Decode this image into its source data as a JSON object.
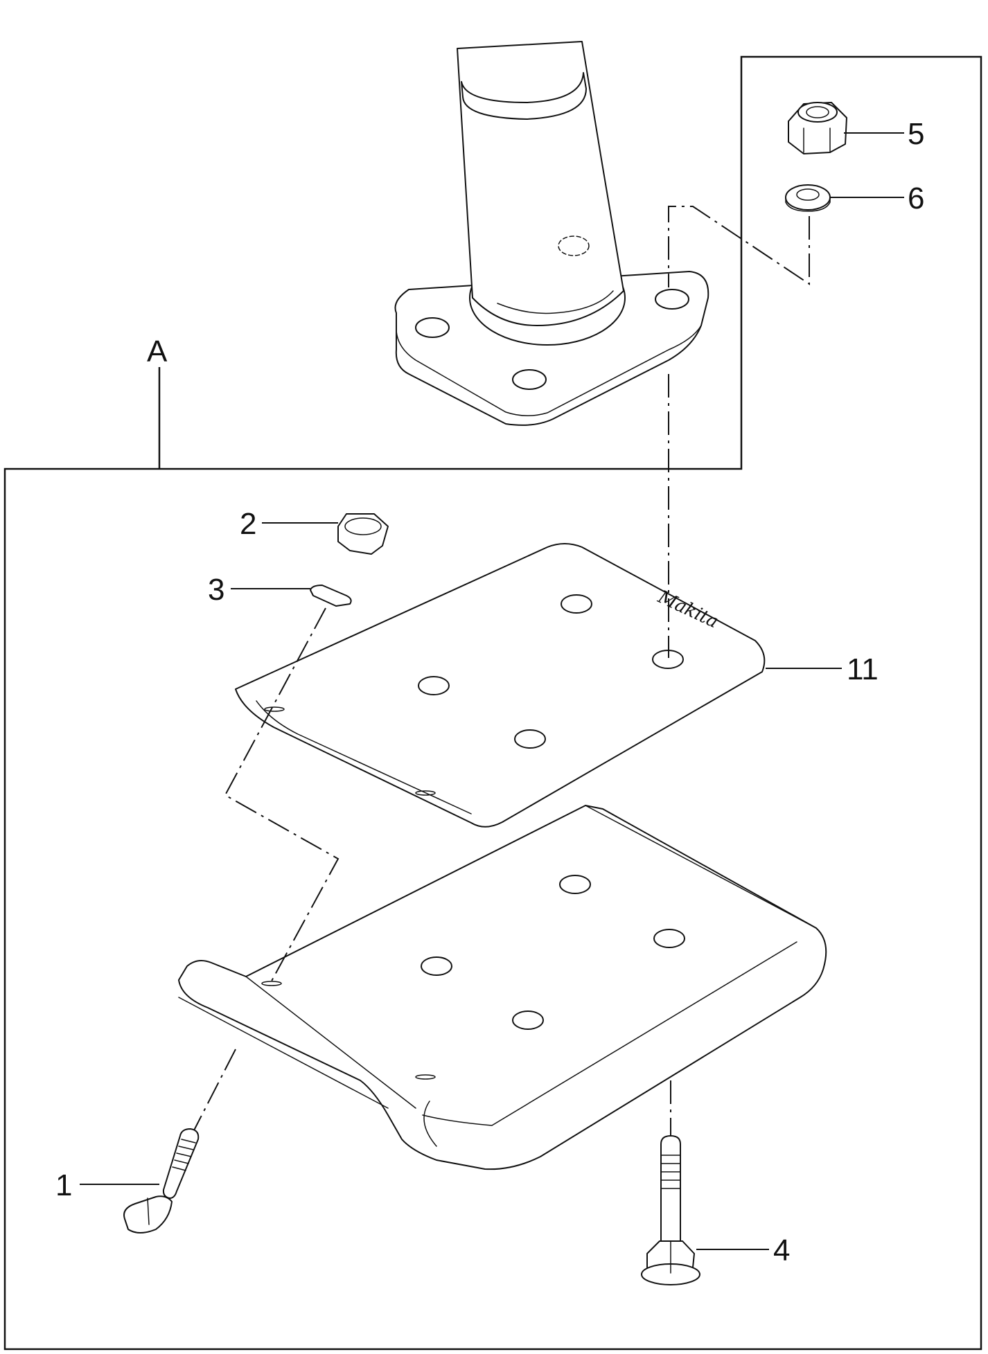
{
  "diagram": {
    "detail_label": "A",
    "callouts": {
      "c1": "1",
      "c2": "2",
      "c3": "3",
      "c4": "4",
      "c5": "5",
      "c6": "6",
      "c11": "11"
    },
    "brand_mark": "Makita"
  }
}
